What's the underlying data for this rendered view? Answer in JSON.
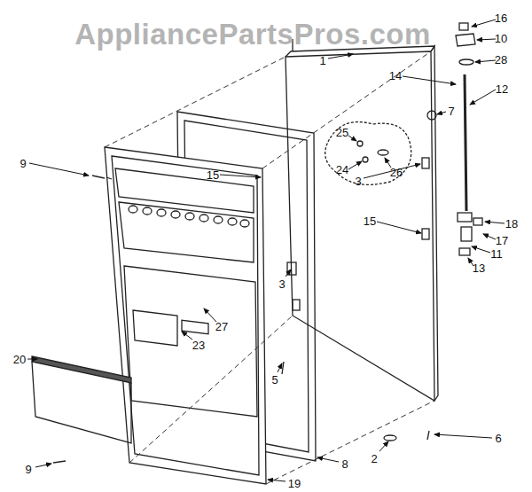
{
  "diagram": {
    "labels": [
      "AppliancePartsPros.com",
      "16",
      "10",
      "1",
      "28",
      "14",
      "12",
      "7",
      "25",
      "24",
      "26",
      "3",
      "15",
      "9",
      "15",
      "18",
      "17",
      "11",
      "13",
      "3",
      "27",
      "23",
      "20",
      "5",
      "6",
      "2",
      "8",
      "9",
      "19"
    ]
  }
}
